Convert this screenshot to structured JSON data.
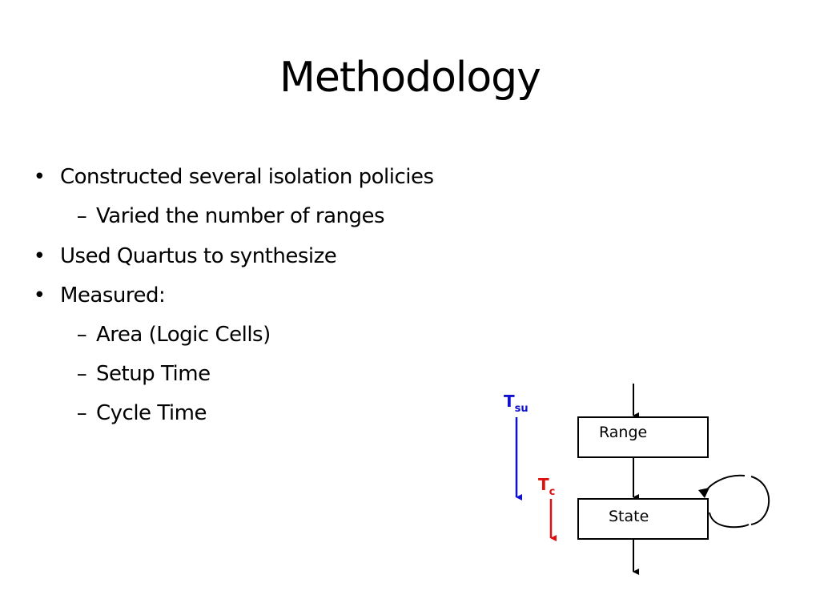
{
  "slide": {
    "title": "Methodology",
    "bullets": [
      {
        "level": 1,
        "marker": "•",
        "text": "Constructed several isolation policies"
      },
      {
        "level": 2,
        "marker": "–",
        "text": "Varied the number of ranges"
      },
      {
        "level": 1,
        "marker": "•",
        "text": "Used Quartus to synthesize"
      },
      {
        "level": 1,
        "marker": "•",
        "text": "Measured:"
      },
      {
        "level": 2,
        "marker": "–",
        "text": "Area (Logic Cells)"
      },
      {
        "level": 2,
        "marker": "–",
        "text": "Setup Time"
      },
      {
        "level": 2,
        "marker": "–",
        "text": "Cycle Time"
      }
    ]
  },
  "diagram": {
    "range_label": "Range",
    "state_label": "State",
    "tsu_main": "T",
    "tsu_sub": "su",
    "tc_main": "T",
    "tc_sub": "c",
    "colors": {
      "tsu": "#1010d0",
      "tc": "#e01010",
      "stroke": "#000000"
    }
  }
}
